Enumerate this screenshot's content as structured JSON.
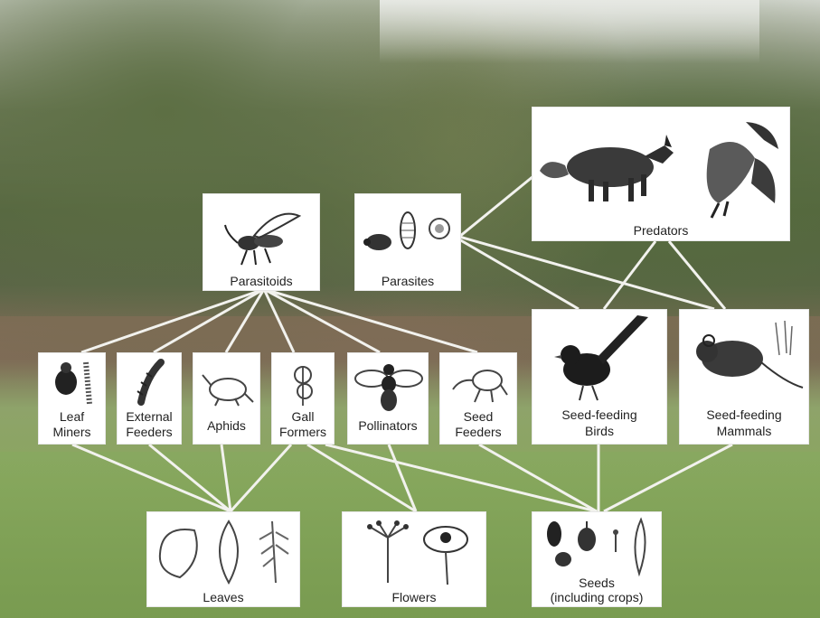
{
  "nodes": {
    "predators": "Predators",
    "parasitoids": "Parasitoids",
    "parasites": "Parasites",
    "leaf_miners": [
      "Leaf",
      "Miners"
    ],
    "external_feeders": [
      "External",
      "Feeders"
    ],
    "aphids": "Aphids",
    "gall_formers": [
      "Gall",
      "Formers"
    ],
    "pollinators": "Pollinators",
    "seed_feeders": [
      "Seed",
      "Feeders"
    ],
    "seed_feeding_birds": [
      "Seed-feeding",
      "Birds"
    ],
    "seed_feeding_mammals": [
      "Seed-feeding",
      "Mammals"
    ],
    "leaves": "Leaves",
    "flowers": "Flowers",
    "seeds": [
      "Seeds",
      "(including crops)"
    ]
  },
  "icons": [
    "fox-icon",
    "hawk-icon",
    "wasp-icon",
    "beetle-icon",
    "mite-icon",
    "larva-icon",
    "fly-icon",
    "caterpillar-icon",
    "aphid-icon",
    "gall-icon",
    "bee-icon",
    "weevil-icon",
    "bird-icon",
    "mouse-icon",
    "leaf-icon",
    "flower-icon",
    "seed-icon"
  ],
  "colors": {
    "box": "#ffffff",
    "connector": "#f2f2ee",
    "ink": "#222222"
  }
}
